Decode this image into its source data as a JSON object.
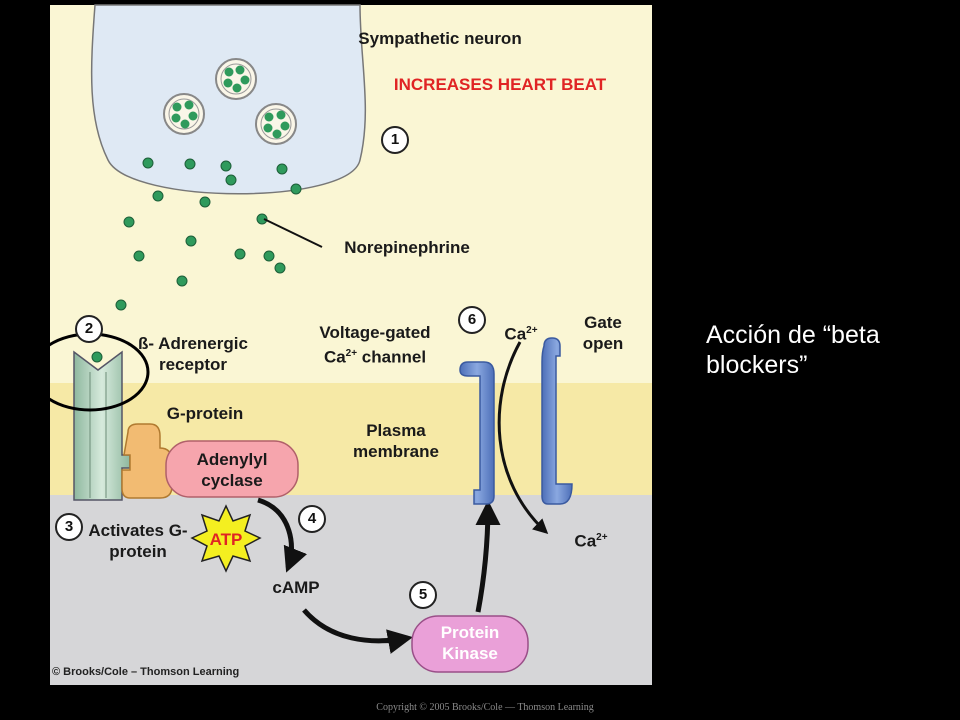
{
  "diagram": {
    "sympathetic_neuron": "Sympathetic neuron",
    "increases_heart_beat": "INCREASES HEART BEAT",
    "norepinephrine": "Norepinephrine",
    "beta_receptor": "ß- Adrenergic receptor",
    "g_protein": "G-protein",
    "adenylyl_cyclase": "Adenylyl cyclase",
    "activates_g_protein": "Activates G-protein",
    "atp": "ATP",
    "camp": "cAMP",
    "protein_kinase": "Protein Kinase",
    "voltage_gated_line1": "Voltage-gated",
    "voltage_gated_line2_prefix": "Ca",
    "voltage_gated_line2_sup": "2+",
    "voltage_gated_line2_suffix": " channel",
    "plasma_membrane": "Plasma membrane",
    "gate_open": "Gate open",
    "ca_base": "Ca",
    "ca_sup": "2+",
    "steps": [
      "1",
      "2",
      "3",
      "4",
      "5",
      "6"
    ],
    "publisher": "© Brooks/Cole – Thomson Learning"
  },
  "side_title": "Acción de “beta blockers”",
  "copyright": "Copyright © 2005 Brooks/Cole — Thomson Learning",
  "colors": {
    "background": "#000000",
    "cytoplasm_top": "#faf6d4",
    "membrane": "#f6e9a6",
    "cytoplasm_bottom": "#d6d6d8",
    "neuron": "#dfe9f4",
    "vesicle_dot": "#2f9a5c",
    "receptor": "#bcd9c4",
    "g_protein": "#f2bb72",
    "adenylyl_cyclase": "#f6a5ad",
    "atp_star": "#f4ef20",
    "protein_kinase": "#eaa0d8",
    "channel": "#6f8fd0",
    "title_red": "#e02424"
  }
}
